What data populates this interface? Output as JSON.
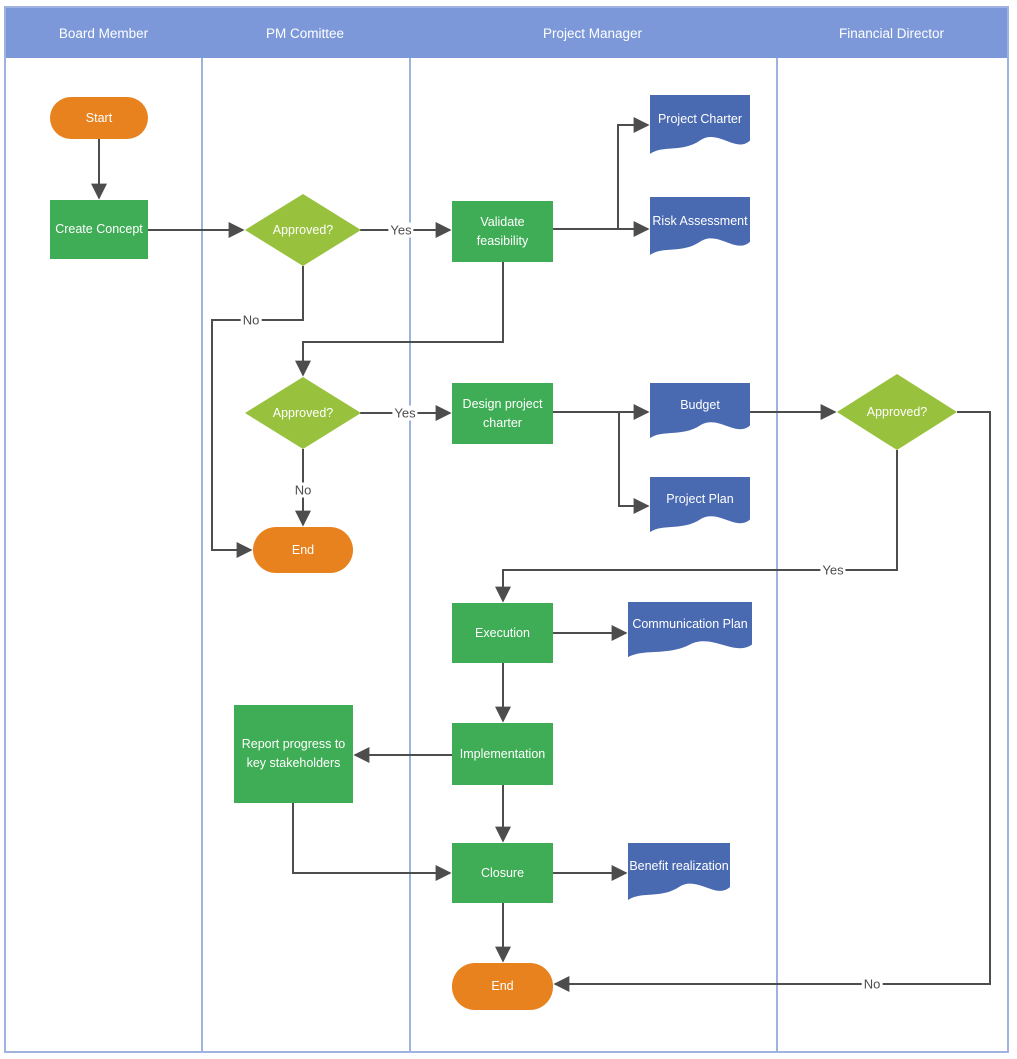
{
  "header": {
    "lanes": [
      {
        "label": "Board Member"
      },
      {
        "label": "PM Comittee"
      },
      {
        "label": "Project Manager"
      },
      {
        "label": "Financial Director"
      }
    ]
  },
  "nodes": {
    "start": {
      "label": "Start",
      "type": "terminator",
      "lane": "Board Member"
    },
    "create_concept": {
      "label": "Create Concept",
      "type": "process",
      "lane": "Board Member"
    },
    "approved_1": {
      "label": "Approved?",
      "type": "decision",
      "lane": "PM Comittee"
    },
    "validate_feasibility": {
      "label": "Validate feasibility",
      "type": "process",
      "lane": "Project Manager"
    },
    "project_charter": {
      "label": "Project Charter",
      "type": "document",
      "lane": "Project Manager"
    },
    "risk_assessment": {
      "label": "Risk Assessment",
      "type": "document",
      "lane": "Project Manager"
    },
    "approved_2": {
      "label": "Approved?",
      "type": "decision",
      "lane": "PM Comittee"
    },
    "design_project_charter": {
      "label": "Design project charter",
      "type": "process",
      "lane": "Project Manager"
    },
    "budget": {
      "label": "Budget",
      "type": "document",
      "lane": "Project Manager"
    },
    "project_plan": {
      "label": "Project Plan",
      "type": "document",
      "lane": "Project Manager"
    },
    "approved_3": {
      "label": "Approved?",
      "type": "decision",
      "lane": "Financial Director"
    },
    "end_pm": {
      "label": "End",
      "type": "terminator",
      "lane": "PM Comittee"
    },
    "execution": {
      "label": "Execution",
      "type": "process",
      "lane": "Project Manager"
    },
    "communication_plan": {
      "label": "Communication Plan",
      "type": "document",
      "lane": "Project Manager"
    },
    "report_progress": {
      "label": "Report progress to key stakeholders",
      "type": "process",
      "lane": "PM Comittee"
    },
    "implementation": {
      "label": "Implementation",
      "type": "process",
      "lane": "Project Manager"
    },
    "closure": {
      "label": "Closure",
      "type": "process",
      "lane": "Project Manager"
    },
    "benefit_realization": {
      "label": "Benefit realization",
      "type": "document",
      "lane": "Project Manager"
    },
    "end_final": {
      "label": "End",
      "type": "terminator",
      "lane": "Project Manager"
    }
  },
  "edge_labels": {
    "approved1_yes": "Yes",
    "approved1_no": "No",
    "approved2_yes": "Yes",
    "approved2_no": "No",
    "approved3_yes": "Yes",
    "approved3_no": "No"
  },
  "colors": {
    "header_bg": "#7C98D8",
    "lane_border": "#9FB3E3",
    "terminator": "#E8821F",
    "process": "#3FAD55",
    "decision": "#98C13D",
    "document": "#4969B1",
    "connector": "#4D4D4D",
    "label_text": "#4D4D4D"
  }
}
